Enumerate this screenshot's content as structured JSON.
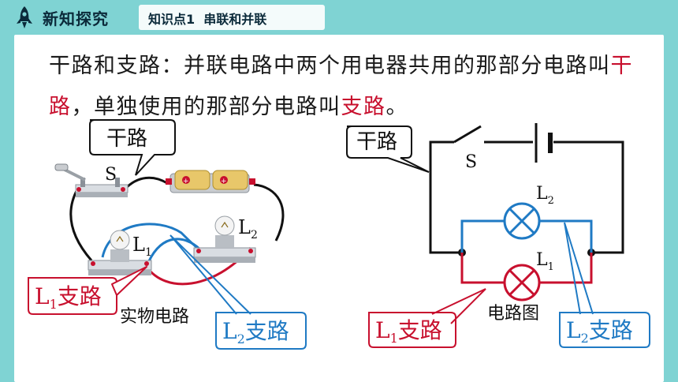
{
  "header": {
    "section_title": "新知探究",
    "knowledge_tag": "知识点1  串联和并联"
  },
  "definition": {
    "part1": "干路和支路：并联电路中两个用电器共用的那部分电路叫",
    "term_trunk": "干路",
    "part2": "，单独使用的那部分电路叫",
    "term_branch": "支路",
    "part3": "。"
  },
  "physical_circuit": {
    "trunk_callout": "干路",
    "switch_label": "S",
    "lamp1_label": "L",
    "lamp1_sub": "1",
    "lamp2_label": "L",
    "lamp2_sub": "2",
    "branch1_callout_base": "L",
    "branch1_callout_sub": "1",
    "branch1_callout_text": "支路",
    "branch2_callout_base": "L",
    "branch2_callout_sub": "2",
    "branch2_callout_text": "支路",
    "caption": "实物电路"
  },
  "schematic": {
    "trunk_callout": "干路",
    "switch_label": "S",
    "lamp1_label": "L",
    "lamp1_sub": "1",
    "lamp2_label": "L",
    "lamp2_sub": "2",
    "branch1_callout_base": "L",
    "branch1_callout_sub": "1",
    "branch1_callout_text": "支路",
    "branch2_callout_base": "L",
    "branch2_callout_sub": "2",
    "branch2_callout_text": "支路",
    "caption": "电路图"
  },
  "colors": {
    "branch1": "#c8102e",
    "branch2": "#1f7ac4",
    "trunk": "#111111"
  }
}
